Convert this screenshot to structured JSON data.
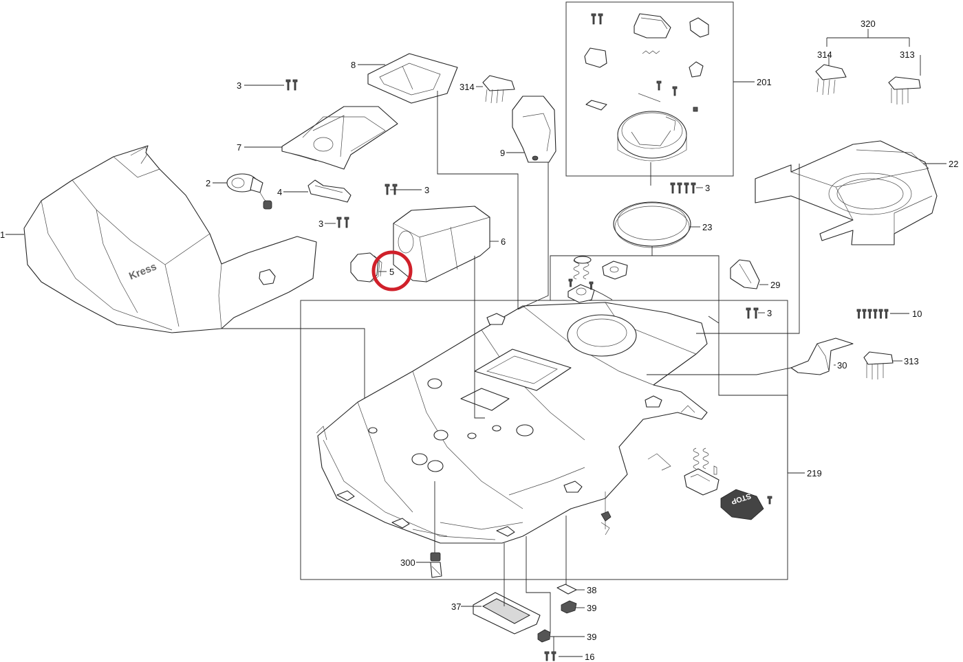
{
  "callouts": [
    {
      "id": "1",
      "text": "1"
    },
    {
      "id": "2",
      "text": "2"
    },
    {
      "id": "3a",
      "text": "3"
    },
    {
      "id": "3b",
      "text": "3"
    },
    {
      "id": "3c",
      "text": "3"
    },
    {
      "id": "3d",
      "text": "3"
    },
    {
      "id": "3e",
      "text": "3"
    },
    {
      "id": "4",
      "text": "4"
    },
    {
      "id": "5",
      "text": "5"
    },
    {
      "id": "6",
      "text": "6"
    },
    {
      "id": "7",
      "text": "7"
    },
    {
      "id": "8",
      "text": "8"
    },
    {
      "id": "9",
      "text": "9"
    },
    {
      "id": "10",
      "text": "10"
    },
    {
      "id": "16",
      "text": "16"
    },
    {
      "id": "22",
      "text": "22"
    },
    {
      "id": "23",
      "text": "23"
    },
    {
      "id": "29",
      "text": "29"
    },
    {
      "id": "30",
      "text": "30"
    },
    {
      "id": "37",
      "text": "37"
    },
    {
      "id": "38",
      "text": "38"
    },
    {
      "id": "39a",
      "text": "39"
    },
    {
      "id": "39b",
      "text": "39"
    },
    {
      "id": "201",
      "text": "201"
    },
    {
      "id": "219",
      "text": "219"
    },
    {
      "id": "300",
      "text": "300"
    },
    {
      "id": "313a",
      "text": "313"
    },
    {
      "id": "313b",
      "text": "313"
    },
    {
      "id": "314a",
      "text": "314"
    },
    {
      "id": "314b",
      "text": "314"
    },
    {
      "id": "320",
      "text": "320"
    }
  ],
  "brand_text": "Kress",
  "stop_button_text": "STOP",
  "highlight": {
    "target": "5",
    "color": "#d0202a"
  }
}
